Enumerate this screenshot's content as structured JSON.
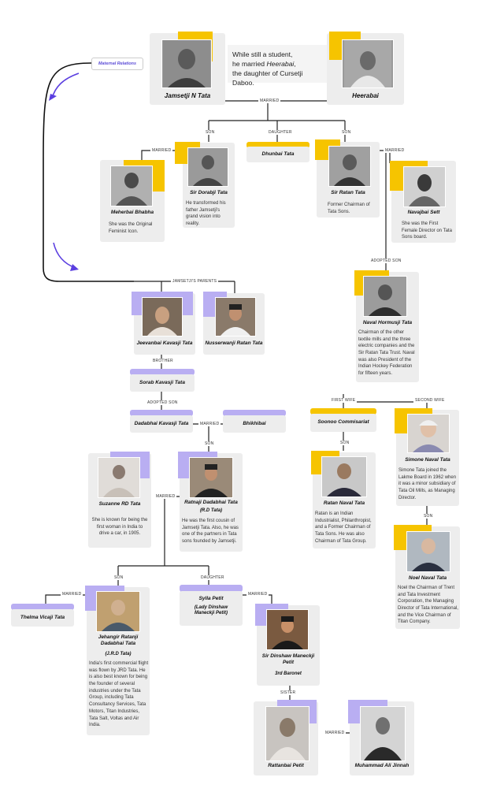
{
  "quote": {
    "line1": "While still a student,",
    "line2a": "he married ",
    "line2b": "Heerabai",
    "line2c": ",",
    "line3": "the daughter of Cursetji Daboo."
  },
  "maternal": "Maternal Relations",
  "rel": {
    "married": "MARRIED",
    "son": "SON",
    "daughter": "DAUGHTER",
    "adopted_son": "ADOPTED SON",
    "jamsetji_parents": "JAMSETJI'S PARENTS",
    "brother": "BROTHER",
    "first_wife": "FIRST WIFE",
    "second_wife": "SECOND WIFE",
    "sister": "SISTER"
  },
  "people": {
    "jamsetji": {
      "name": "Jamsetji N Tata"
    },
    "heerabai": {
      "name": "Heerabai"
    },
    "dorabji": {
      "name": "Sir Dorabji Tata",
      "desc": "He transformed his father Jamsetji's grand vision into reality."
    },
    "dhunbai": {
      "name": "Dhunbai Tata"
    },
    "ratan": {
      "name": "Sir Ratan Tata",
      "desc": "Former Chairman of Tata Sons."
    },
    "meherbai": {
      "name": "Meherbai Bhabha",
      "desc": "She was the Original Feminist Icon."
    },
    "navajbai": {
      "name": "Navajbai Sett",
      "desc": "She was the First Female Director on Tata Sons board."
    },
    "naval": {
      "name": "Naval Hormusji Tata",
      "desc": "Chairman of the other textile mills and the three electric companies and the Sir Ratan Tata Trust. Naval was also President of the Indian Hockey Federation for fifteen years."
    },
    "jeevanbai": {
      "name": "Jeevanbai Kavasji Tata"
    },
    "nusserwanji": {
      "name": "Nusserwanji Ratan Tata"
    },
    "sorab": {
      "name": "Sorab Kavasji Tata"
    },
    "dadabhai": {
      "name": "Dadabhai Kavasji Tata"
    },
    "bhikhibai": {
      "name": "Bhikhibai"
    },
    "soonoo": {
      "name": "Soonoo Commisariat"
    },
    "simone": {
      "name": "Simone Naval Tata",
      "desc": "Simone Tata joined the Lakme Board in 1962 when it was a minor subsidiary of Tata Oil Mills, as Managing Director."
    },
    "ratan_naval": {
      "name": "Ratan Naval Tata",
      "desc": "Ratan is an Indian Industrialist, Philanthropist, and a Former Chairman of Tata Sons. He was also Chairman of Tata Group."
    },
    "noel": {
      "name": "Noel Naval Tata",
      "desc": "Noel the Chairman of Trent and Tata Investment Corporation, the Managing Director of Tata International, and the Vice Chairman of Titan Company."
    },
    "suzanne": {
      "name": "Suzanne RD Tata",
      "desc": "She is known for being the first woman in India to drive a car, in 1905."
    },
    "ratnaji": {
      "name": "Ratnaji Dadabhai Tata",
      "sub": "(R.D Tata)",
      "desc": "He was the first cousin of Jamsetji Tata. Also, he was one of the partners in Tata sons founded by Jamsetji."
    },
    "thelma": {
      "name": "Thelma Vicaji Tata"
    },
    "jrd": {
      "name": "Jehangir Ratanji Dadabhai Tata",
      "sub": "(J.R.D Tata)",
      "desc": "India's first commercial flight was flown by JRD Tata. He is also best known for being the founder of several industries under the Tata Group, including Tata Consultancy Services, Tata Motors, Titan Industries, Tata Salt, Voltas and Air India."
    },
    "sylla": {
      "name": "Sylla Petit",
      "sub": "(Lady Dinshaw Maneckji Petit)"
    },
    "dinshaw": {
      "name": "Sir Dinshaw Maneckji Petit",
      "sub": "3rd Baronet"
    },
    "rattanbai": {
      "name": "Rattanbai Petit"
    },
    "jinnah": {
      "name": "Muhammad Ali Jinnah"
    }
  },
  "colors": {
    "yellow": "#f6c400",
    "purple": "#b9aef2",
    "card": "#ededed",
    "line": "#222222",
    "arrow": "#5b3fe0"
  }
}
